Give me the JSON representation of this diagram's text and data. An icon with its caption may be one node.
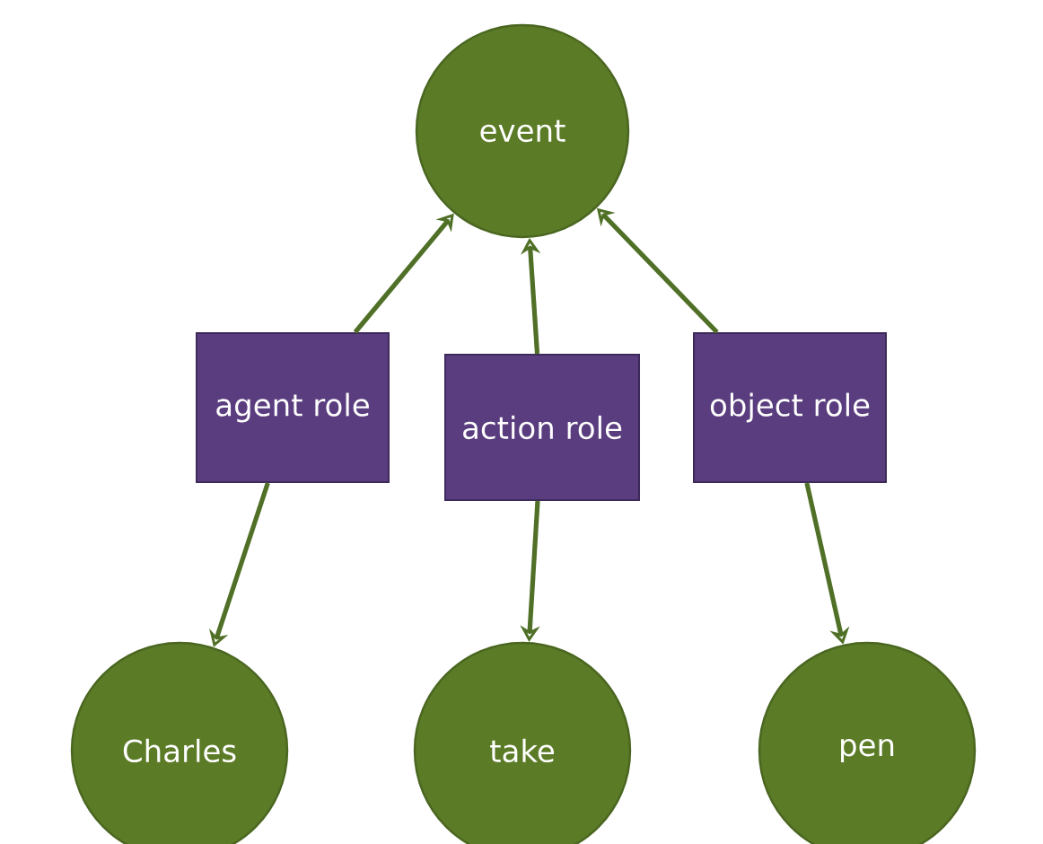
{
  "diagram": {
    "nodes": [
      {
        "text": [
          "event"
        ]
      },
      {
        "text": [
          "agent role"
        ]
      },
      {
        "text": [
          "action role"
        ]
      },
      {
        "text": [
          "object role"
        ]
      },
      {
        "text": [
          "Charles"
        ]
      },
      {
        "text": [
          "take"
        ]
      },
      {
        "text": [
          "pen"
        ]
      }
    ],
    "edges": [
      {
        "from": 1,
        "to": 0,
        "arrow": "to"
      },
      {
        "from": 1,
        "to": 4,
        "arrow": "to"
      },
      {
        "from": 2,
        "to": 0,
        "arrow": "to"
      },
      {
        "from": 2,
        "to": 5,
        "arrow": "to"
      },
      {
        "from": 3,
        "to": 0,
        "arrow": "to"
      },
      {
        "from": 3,
        "to": 6,
        "arrow": "to"
      }
    ]
  }
}
